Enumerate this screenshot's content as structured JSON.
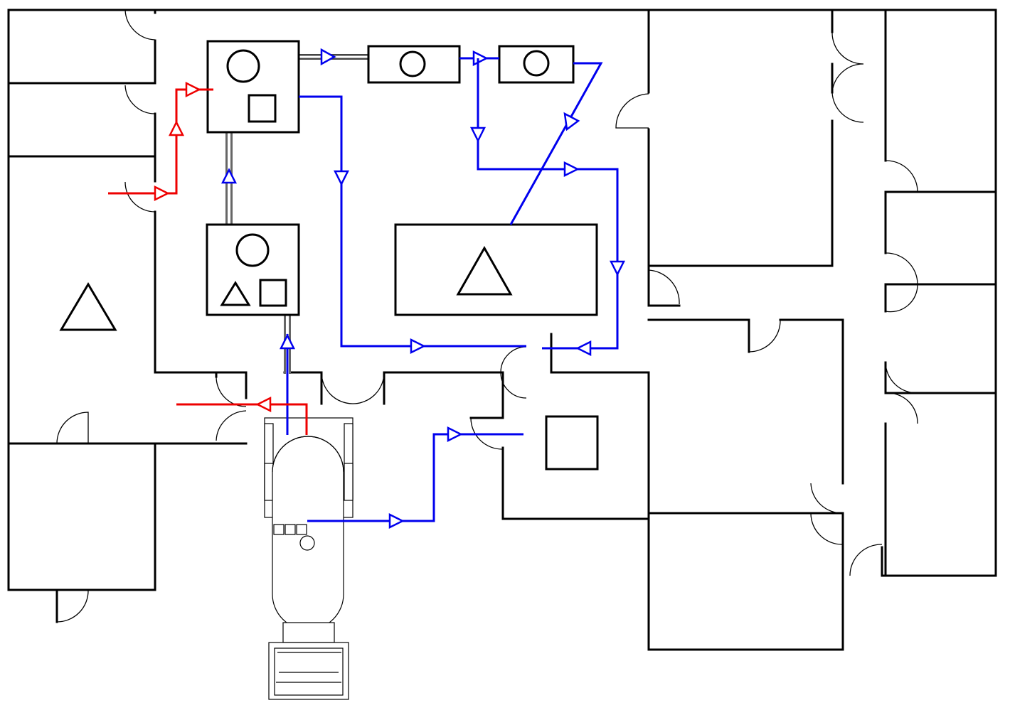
{
  "diagram": {
    "type": "facility-floor-plan-flow",
    "colors": {
      "walls": "#000000",
      "material_flow": "#0000ee",
      "secondary_flow": "#ee0000",
      "conveyor": "#666666",
      "background": "#ffffff"
    },
    "symbols": [
      "circle",
      "square",
      "triangle"
    ],
    "equipment": [
      {
        "id": "station-a",
        "symbols": [
          "circle",
          "square"
        ]
      },
      {
        "id": "station-b",
        "symbols": [
          "circle",
          "triangle",
          "square"
        ]
      },
      {
        "id": "machine-c",
        "symbols": [
          "circle"
        ]
      },
      {
        "id": "machine-d",
        "symbols": [
          "circle"
        ]
      },
      {
        "id": "work-area-e",
        "symbols": [
          "triangle"
        ]
      },
      {
        "id": "box-f",
        "symbols": [
          "square"
        ]
      },
      {
        "id": "room-g",
        "symbols": [
          "triangle"
        ]
      },
      {
        "id": "delivery-truck",
        "symbols": []
      }
    ],
    "flows": [
      {
        "id": "red-inbound",
        "color": "red"
      },
      {
        "id": "red-outbound",
        "color": "red"
      },
      {
        "id": "blue-truck-to-b",
        "color": "blue"
      },
      {
        "id": "blue-a-to-c",
        "color": "blue"
      },
      {
        "id": "blue-c-to-d",
        "color": "blue"
      },
      {
        "id": "blue-d-to-e",
        "color": "blue"
      },
      {
        "id": "blue-branch-loop",
        "color": "blue"
      },
      {
        "id": "blue-a-to-door",
        "color": "blue"
      },
      {
        "id": "blue-truck-to-f",
        "color": "blue"
      }
    ]
  }
}
